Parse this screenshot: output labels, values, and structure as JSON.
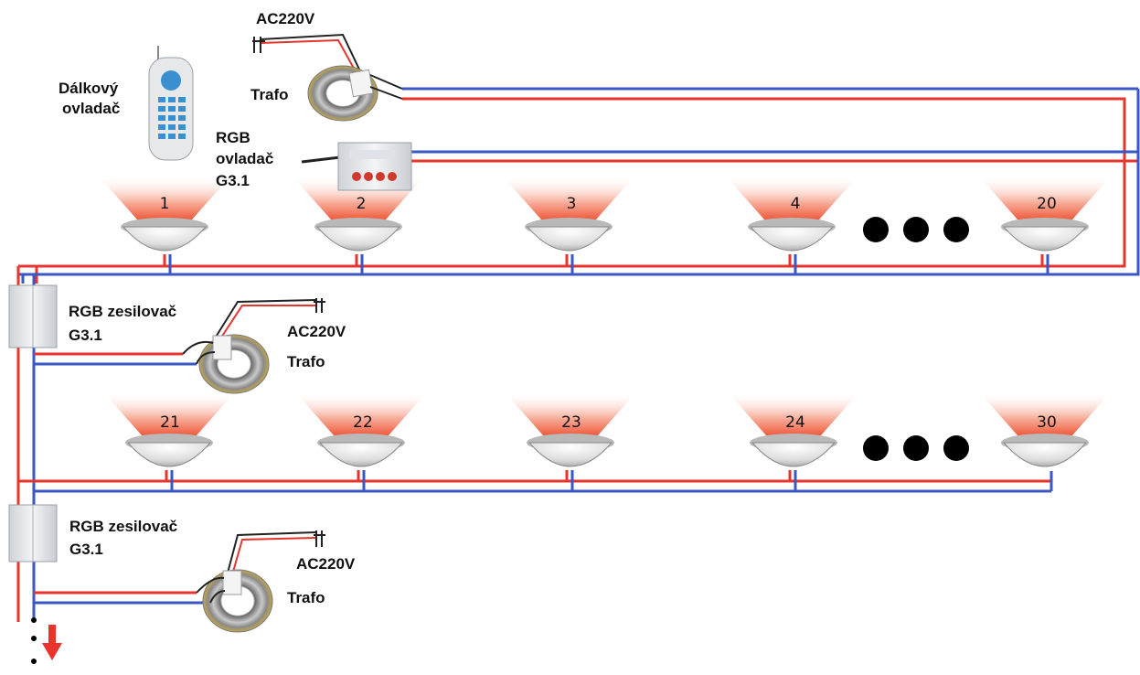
{
  "labels": {
    "remote_line1": "Dálkový",
    "remote_line2": "ovladač",
    "ac_top": "AC220V",
    "trafo_top": "Trafo",
    "controller_line1": "RGB",
    "controller_line2": "ovladač",
    "controller_line3": "G3.1",
    "amp1_line1": "RGB zesilovač",
    "amp1_line2": "G3.1",
    "ac_mid": "AC220V",
    "trafo_mid": "Trafo",
    "amp2_line1": "RGB zesilovač",
    "amp2_line2": "G3.1",
    "ac_bottom": "AC220V",
    "trafo_bottom": "Trafo"
  },
  "row1_lamps": [
    "1",
    "2",
    "3",
    "4",
    "20"
  ],
  "row2_lamps": [
    "21",
    "22",
    "23",
    "24",
    "30"
  ],
  "colors": {
    "wire_red": "#e8342c",
    "wire_blue": "#3a57c4",
    "glow": "#f47a5a",
    "arrow": "#e8342c"
  }
}
